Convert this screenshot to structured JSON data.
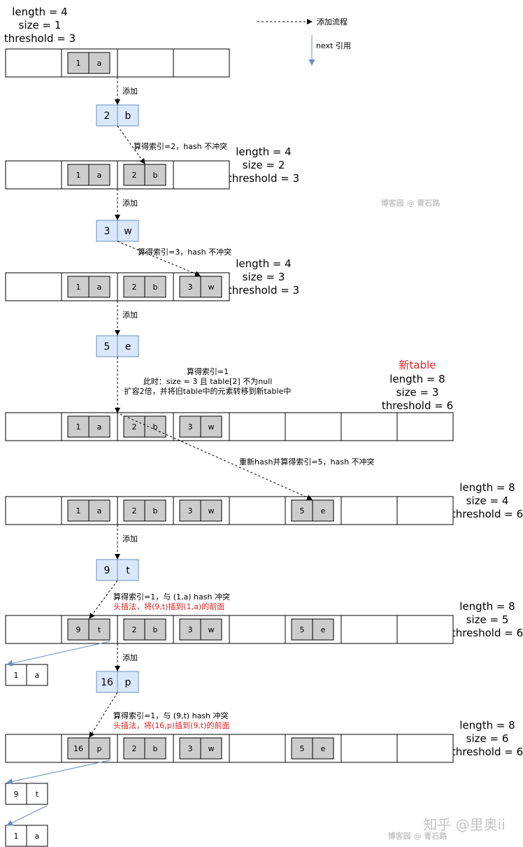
{
  "legend": {
    "add_flow": "添加流程",
    "next_ref": "next 引用"
  },
  "step_label": "添加",
  "stats": [
    {
      "length": "length = 4",
      "size": "size = 1",
      "threshold": "threshold = 3"
    },
    {
      "length": "length = 4",
      "size": "size = 2",
      "threshold": "threshold = 3"
    },
    {
      "length": "length = 4",
      "size": "size = 3",
      "threshold": "threshold = 3"
    },
    {
      "new_table": "新table",
      "length": "length = 8",
      "size": "size = 3",
      "threshold": "threshold = 6"
    },
    {
      "length": "length = 8",
      "size": "size = 4",
      "threshold": "threshold = 6"
    },
    {
      "length": "length = 8",
      "size": "size = 5",
      "threshold": "threshold = 6"
    },
    {
      "length": "length = 8",
      "size": "size = 6",
      "threshold": "threshold = 6"
    }
  ],
  "new_nodes": [
    {
      "key": "2",
      "value": "b"
    },
    {
      "key": "3",
      "value": "w"
    },
    {
      "key": "5",
      "value": "e"
    },
    {
      "key": "9",
      "value": "t"
    },
    {
      "key": "16",
      "value": "p"
    }
  ],
  "tables": [
    {
      "slots": [
        null,
        {
          "key": "1",
          "value": "a"
        },
        null,
        null
      ]
    },
    {
      "slots": [
        null,
        {
          "key": "1",
          "value": "a"
        },
        {
          "key": "2",
          "value": "b"
        },
        null
      ]
    },
    {
      "slots": [
        null,
        {
          "key": "1",
          "value": "a"
        },
        {
          "key": "2",
          "value": "b"
        },
        {
          "key": "3",
          "value": "w"
        }
      ]
    },
    {
      "slots": [
        null,
        {
          "key": "1",
          "value": "a"
        },
        {
          "key": "2",
          "value": "b"
        },
        {
          "key": "3",
          "value": "w"
        },
        null,
        null,
        null,
        null
      ]
    },
    {
      "slots": [
        null,
        {
          "key": "1",
          "value": "a"
        },
        {
          "key": "2",
          "value": "b"
        },
        {
          "key": "3",
          "value": "w"
        },
        null,
        {
          "key": "5",
          "value": "e"
        },
        null,
        null
      ]
    },
    {
      "slots": [
        null,
        {
          "key": "9",
          "value": "t"
        },
        {
          "key": "2",
          "value": "b"
        },
        {
          "key": "3",
          "value": "w"
        },
        null,
        {
          "key": "5",
          "value": "e"
        },
        null,
        null
      ]
    },
    {
      "slots": [
        null,
        {
          "key": "16",
          "value": "p"
        },
        {
          "key": "2",
          "value": "b"
        },
        {
          "key": "3",
          "value": "w"
        },
        null,
        {
          "key": "5",
          "value": "e"
        },
        null,
        null
      ]
    }
  ],
  "chain_nodes": [
    {
      "key": "1",
      "value": "a"
    },
    {
      "key": "9",
      "value": "t"
    },
    {
      "key": "1",
      "value": "a"
    }
  ],
  "annotations": {
    "a1": "算得索引=2，hash 不冲突",
    "a2": "算得索引=3，hash 不冲突",
    "a3_line1": "算得索引=1",
    "a3_line2": "此时：size = 3 且 table[2] 不为null",
    "a3_line3": "扩容2倍，并将旧table中的元素转移到新table中",
    "a4": "重新hash并算得索引=5，hash 不冲突",
    "a5_line1": "算得索引=1，与 (1,a) hash 冲突",
    "a5_line2": "头插法，将(9,t)插到(1,a)的前面",
    "a6_line1": "算得索引=1，与 (9,t) hash 冲突",
    "a6_line2": "头插法，将(16,p)插到(9,t)的前面"
  },
  "watermarks": {
    "blog": "博客园 @ 青石路",
    "zhihu": "知乎 @里奥ii"
  },
  "colors": {
    "new_node_fill": "#dae8fc",
    "new_node_stroke": "#6c8ebf",
    "entry_fill": "#cccccc",
    "next_arrow": "#6c8ebf",
    "highlight_text": "#e02020"
  }
}
